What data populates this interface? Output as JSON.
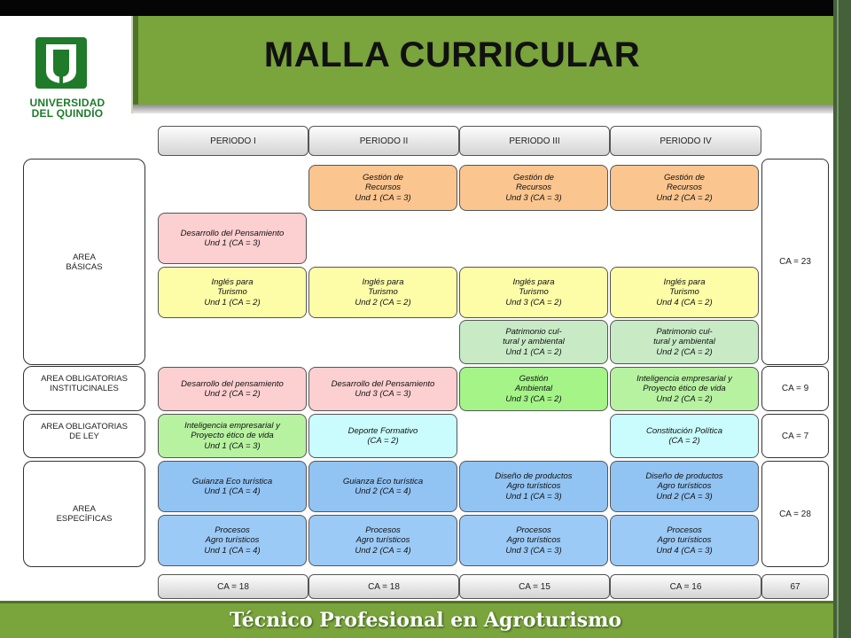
{
  "header": {
    "title": "MALLA CURRICULAR",
    "logo_line1": "UNIVERSIDAD",
    "logo_line2": "DEL QUINDÍO",
    "brand_color": "#7aa43c"
  },
  "periods": [
    "PERIODO I",
    "PERIODO II",
    "PERIODO III",
    "PERIODO IV"
  ],
  "areas": {
    "basicas": [
      "AREA",
      "BÁSICAS"
    ],
    "institucionales": [
      "AREA OBLIGATORIAS",
      "INSTITUCINALES"
    ],
    "ley": [
      "AREA OBLIGATORIAS",
      "DE LEY"
    ],
    "especificas": [
      "AREA",
      "ESPECÍFICAS"
    ]
  },
  "area_totals": {
    "basicas": "CA = 23",
    "institucionales": "CA = 9",
    "ley": "CA = 7",
    "especificas": "CA = 28"
  },
  "courses": {
    "gestion_p2": [
      "Gestión de",
      "Recursos",
      "Und 1 (CA = 3)"
    ],
    "gestion_p3": [
      "Gestión de",
      "Recursos",
      "Und 3 (CA = 3)"
    ],
    "gestion_p4": [
      "Gestión de",
      "Recursos",
      "Und 2 (CA = 2)"
    ],
    "pensamiento_p1": [
      "Desarrollo del Pensamiento",
      "Und 1 (CA = 3)"
    ],
    "ingles_p1": [
      "Inglés para",
      "Turismo",
      "Und 1 (CA = 2)"
    ],
    "ingles_p2": [
      "Inglés para",
      "Turismo",
      "Und 2 (CA = 2)"
    ],
    "ingles_p3": [
      "Inglés para",
      "Turismo",
      "Und 3 (CA = 2)"
    ],
    "ingles_p4": [
      "Inglés para",
      "Turismo",
      "Und 4 (CA = 2)"
    ],
    "patrimonio_p3": [
      "Patrimonio cul-",
      "tural y ambiental",
      "Und 1 (CA = 2)"
    ],
    "patrimonio_p4": [
      "Patrimonio cul-",
      "tural y ambiental",
      "Und 2 (CA = 2)"
    ],
    "inst_pensamiento_p1": [
      "Desarrollo del pensamiento",
      "Und 2 (CA = 2)"
    ],
    "inst_pensamiento_p2": [
      "Desarrollo del Pensamiento",
      "Und 3 (CA = 3)"
    ],
    "inst_ambiental_p3": [
      "Gestión",
      "Ambiental",
      "Und 3 (CA = 2)"
    ],
    "inst_inteligencia_p4": [
      "Inteligencia empresarial y",
      "Proyecto ético de vida",
      "Und 2 (CA = 2)"
    ],
    "ley_inteligencia_p1": [
      "Inteligencia empresarial y",
      "Proyecto ético de vida",
      "Und 1 (CA = 3)"
    ],
    "ley_deporte_p2": [
      "Deporte Formativo",
      "(CA = 2)"
    ],
    "ley_constitucion_p4": [
      "Constitución Política",
      "(CA = 2)"
    ],
    "esp_guianza_p1": [
      "Guianza Eco turística",
      "Und 1 (CA = 4)"
    ],
    "esp_guianza_p2": [
      "Guianza Eco turística",
      "Und 2 (CA = 4)"
    ],
    "esp_diseno_p3": [
      "Diseño de productos",
      "Agro turísticos",
      "Und 1 (CA = 3)"
    ],
    "esp_diseno_p4": [
      "Diseño de productos",
      "Agro turísticos",
      "Und 2  (CA = 3)"
    ],
    "esp_procesos_p1": [
      "Procesos",
      "Agro turísticos",
      "Und 1 (CA = 4)"
    ],
    "esp_procesos_p2": [
      "Procesos",
      "Agro turísticos",
      "Und 2 (CA = 4)"
    ],
    "esp_procesos_p3": [
      "Procesos",
      "Agro turísticos",
      "Und 3 (CA = 3)"
    ],
    "esp_procesos_p4": [
      "Procesos",
      "Agro turísticos",
      "Und 4 (CA = 3)"
    ]
  },
  "period_totals": [
    "CA = 18",
    "CA = 18",
    "CA = 15",
    "CA = 16"
  ],
  "grand_total": "67",
  "footer": "Técnico Profesional en Agroturismo"
}
